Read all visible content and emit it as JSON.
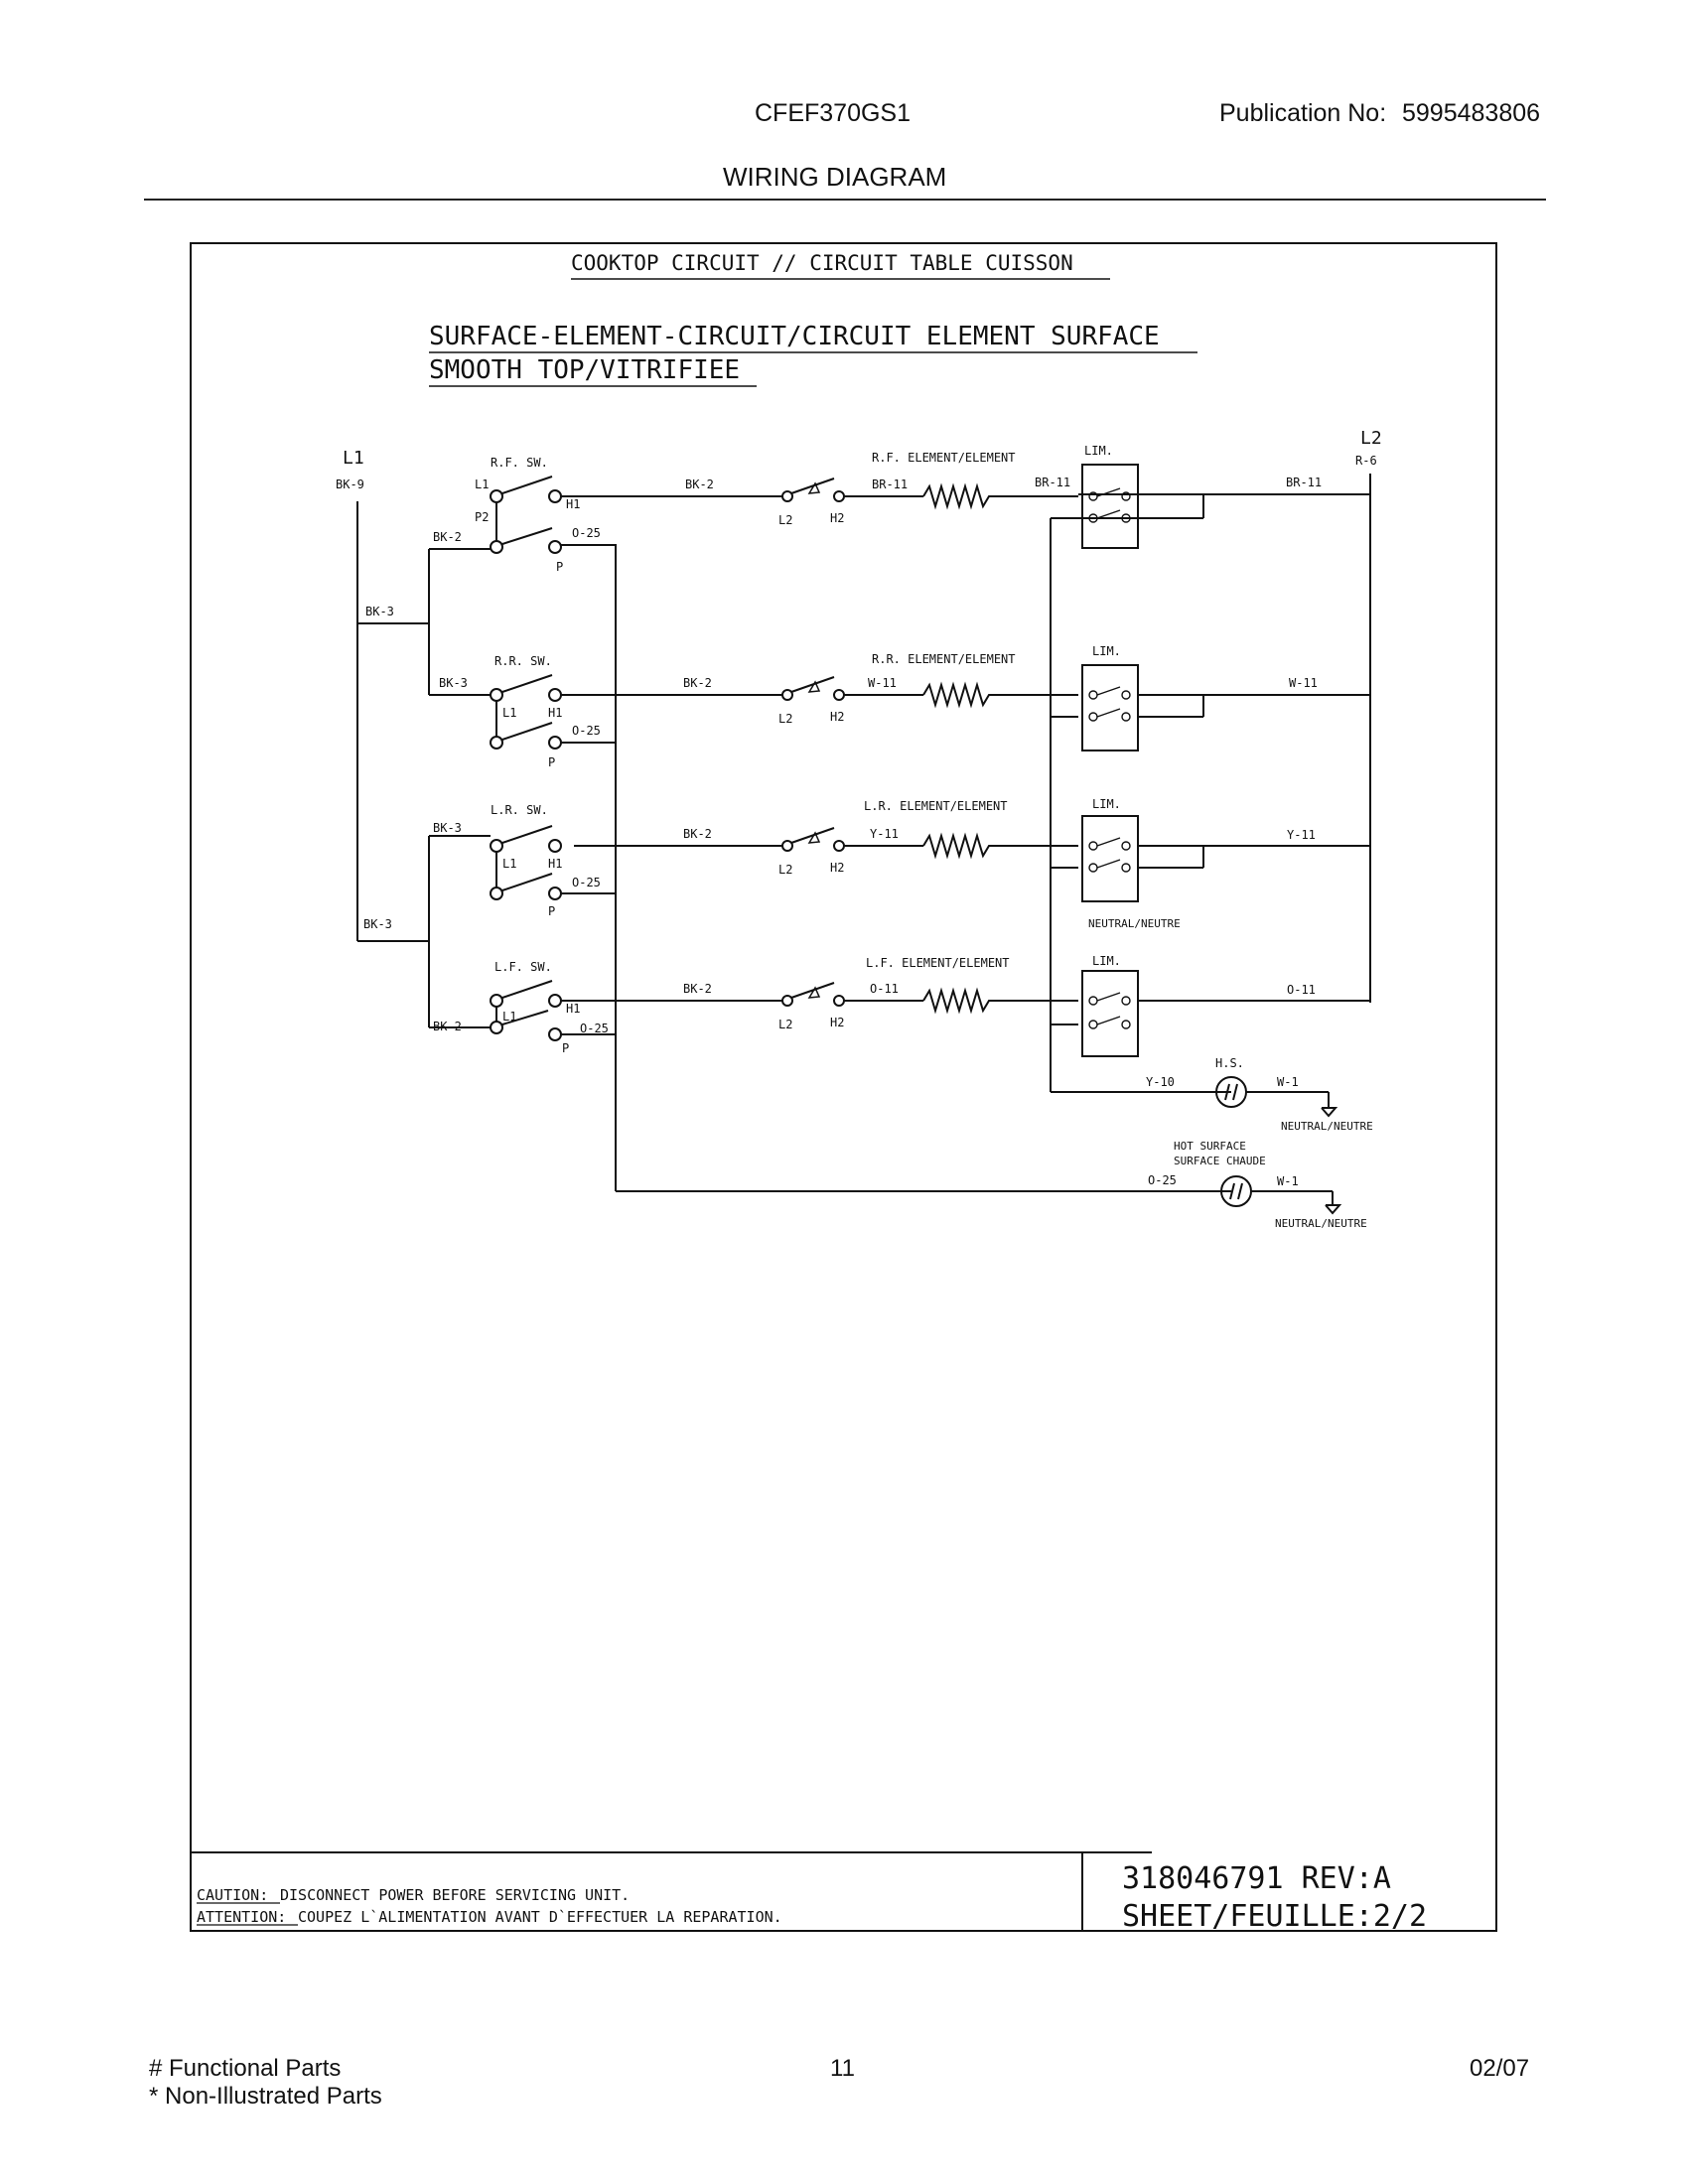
{
  "header": {
    "model": "CFEF370GS1",
    "publication_label": "Publication No:",
    "publication_number": "5995483806",
    "title": "WIRING DIAGRAM"
  },
  "diagram": {
    "heading": "COOKTOP CIRCUIT // CIRCUIT TABLE CUISSON",
    "subheading_1": "SURFACE-ELEMENT-CIRCUIT/CIRCUIT ELEMENT SURFACE",
    "subheading_2": "SMOOTH TOP/VITRIFIEE",
    "line_l1": "L1",
    "line_l2": "L2",
    "wire_bk9": "BK-9",
    "wire_r6": "R-6",
    "wire_bk3": "BK-3",
    "wire_bk2": "BK-2",
    "wire_o25": "O-25",
    "term_l1": "L1",
    "term_l2": "L2",
    "term_h1": "H1",
    "term_h2": "H2",
    "term_p": "P",
    "term_p2": "P2",
    "lim": "LIM.",
    "circuits": [
      {
        "switch": "R.F. SW.",
        "element": "R.F. ELEMENT/ELEMENT",
        "wire": "BR-11"
      },
      {
        "switch": "R.R. SW.",
        "element": "R.R. ELEMENT/ELEMENT",
        "wire": "W-11"
      },
      {
        "switch": "L.R. SW.",
        "element": "L.R. ELEMENT/ELEMENT",
        "wire": "Y-11"
      },
      {
        "switch": "L.F. SW.",
        "element": "L.F. ELEMENT/ELEMENT",
        "wire": "O-11"
      }
    ],
    "neutral_mid": "NEUTRAL/NEUTRE",
    "hs_label": "H.S.",
    "wire_y10": "Y-10",
    "wire_w1": "W-1",
    "neutral_1": "NEUTRAL/NEUTRE",
    "hot_surface_1": "HOT SURFACE",
    "hot_surface_2": "SURFACE CHAUDE",
    "neutral_2": "NEUTRAL/NEUTRE",
    "caution_label": "CAUTION:",
    "caution_text": " DISCONNECT POWER BEFORE SERVICING UNIT.",
    "attention_label": "ATTENTION:",
    "attention_text": "COUPEZ L`ALIMENTATION AVANT D`EFFECTUER LA REPARATION.",
    "part_number": "318046791 REV:A",
    "sheet": "SHEET/FEUILLE:2/2"
  },
  "footer": {
    "functional_parts": "# Functional Parts",
    "non_illustrated": "* Non-Illustrated Parts",
    "page": "11",
    "date": "02/07"
  }
}
